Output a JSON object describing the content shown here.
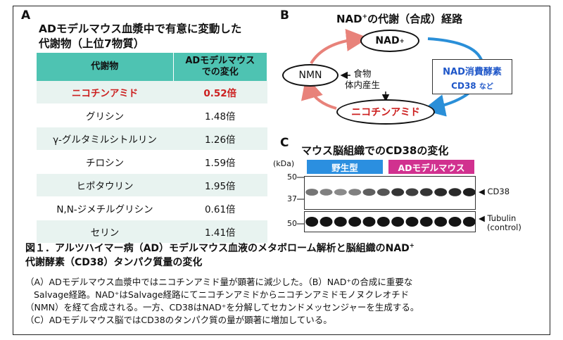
{
  "panelA": {
    "letter": "A",
    "title_line1": "ADモデルマウス血漿中で有意に変動した",
    "title_line2": "代謝物（上位7物質）",
    "header_col1": "代謝物",
    "header_col2_l1": "ADモデルマウス",
    "header_col2_l2": "での変化",
    "rows": [
      {
        "name": "ニコチンアミド",
        "value": "0.52倍"
      },
      {
        "name": "グリシン",
        "value": "1.48倍"
      },
      {
        "name": "γ-グルタミルシトルリン",
        "value": "1.26倍"
      },
      {
        "name": "チロシン",
        "value": "1.59倍"
      },
      {
        "name": "ヒポタウリン",
        "value": "1.95倍"
      },
      {
        "name": "N,N-ジメチルグリシン",
        "value": "0.61倍"
      },
      {
        "name": "セリン",
        "value": "1.41倍"
      }
    ],
    "highlight_color": "#cc1f1f",
    "header_color": "#4ec3b2"
  },
  "panelB": {
    "letter": "B",
    "title_pre": "NAD",
    "title_sup": "+",
    "title_post": "の代謝（合成）経路",
    "nad_node": "NAD",
    "nad_sup": "+",
    "nmn_node": "NMN",
    "nam_node": "ニコチンアミド",
    "consumer_l1": "NAD消費酵素",
    "consumer_l2": "CD38",
    "consumer_l2_suffix": "など",
    "source_l1": "食物",
    "source_l2": "体内産生",
    "arrow_red": "#e8827a",
    "arrow_blue": "#2a8fd8"
  },
  "panelC": {
    "letter": "C",
    "title": "マウス脳組織でのCD38の変化",
    "kda": "(kDa)",
    "ticks": [
      "50",
      "37",
      "50"
    ],
    "wt_label": "野生型",
    "ad_label": "ADモデルマウス",
    "wt_color": "#2b8fe0",
    "ad_color": "#d1318f",
    "cd38_label": "CD38",
    "tubulin_l1": "Tubulin",
    "tubulin_l2": "(control)",
    "cd38_band_intensity": [
      0.55,
      0.5,
      0.45,
      0.5,
      0.65,
      0.7,
      0.85,
      0.8,
      0.85,
      0.9,
      0.9,
      0.95
    ],
    "tubulin_band_intensity": [
      1,
      1,
      1,
      1,
      1,
      1,
      1,
      1,
      1,
      1,
      1,
      1
    ]
  },
  "caption": {
    "title_l1_pre": "図１．アルツハイマー病（AD）モデルマウス血液のメタボローム解析と脳組織のNAD",
    "title_l1_sup": "+",
    "title_l2": "代謝酵素（CD38）タンパク質量の変化",
    "body_l1": "（A）ADモデルマウス血漿中ではニコチンアミド量が顕著に減少した。（B）NAD⁺の合成に重要な",
    "body_l2": "Salvage経路。NAD⁺はSalvage経路にてニコチンアミドからニコチンアミドモノヌクレオチド",
    "body_l3": "（NMN）を経て合成される。一方、CD38はNAD⁺を分解してセカンドメッセンジャーを生成する。",
    "body_l4": "（C）ADモデルマウス脳ではCD38のタンパク質の量が顕著に増加している。"
  }
}
